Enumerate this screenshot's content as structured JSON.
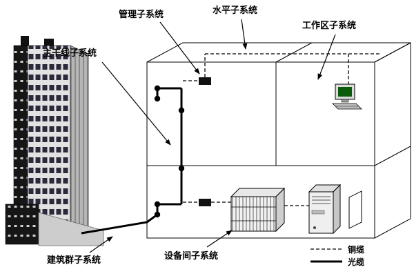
{
  "diagram": {
    "type": "structured-cabling-system-diagram",
    "labels": {
      "management": "管理子系统",
      "horizontal": "水平子系统",
      "work_area": "工作区子系统",
      "backbone": "主干线子系统",
      "campus": "建筑群子系统",
      "equipment_room": "设备间子系统"
    },
    "legend": {
      "copper_label": "铜缆",
      "copper_style": "dashed",
      "fiber_label": "光缆",
      "fiber_style": "solid"
    },
    "colors": {
      "background": "#ffffff",
      "line": "#000000",
      "building_windows": "#2a2a3a",
      "monitor_screen": "#0a5c0a"
    },
    "icons": [
      "building-icon",
      "computer-workstation-icon",
      "network-device-icon",
      "patch-panel-rack-icon",
      "server-tower-icon",
      "door-icon"
    ]
  }
}
